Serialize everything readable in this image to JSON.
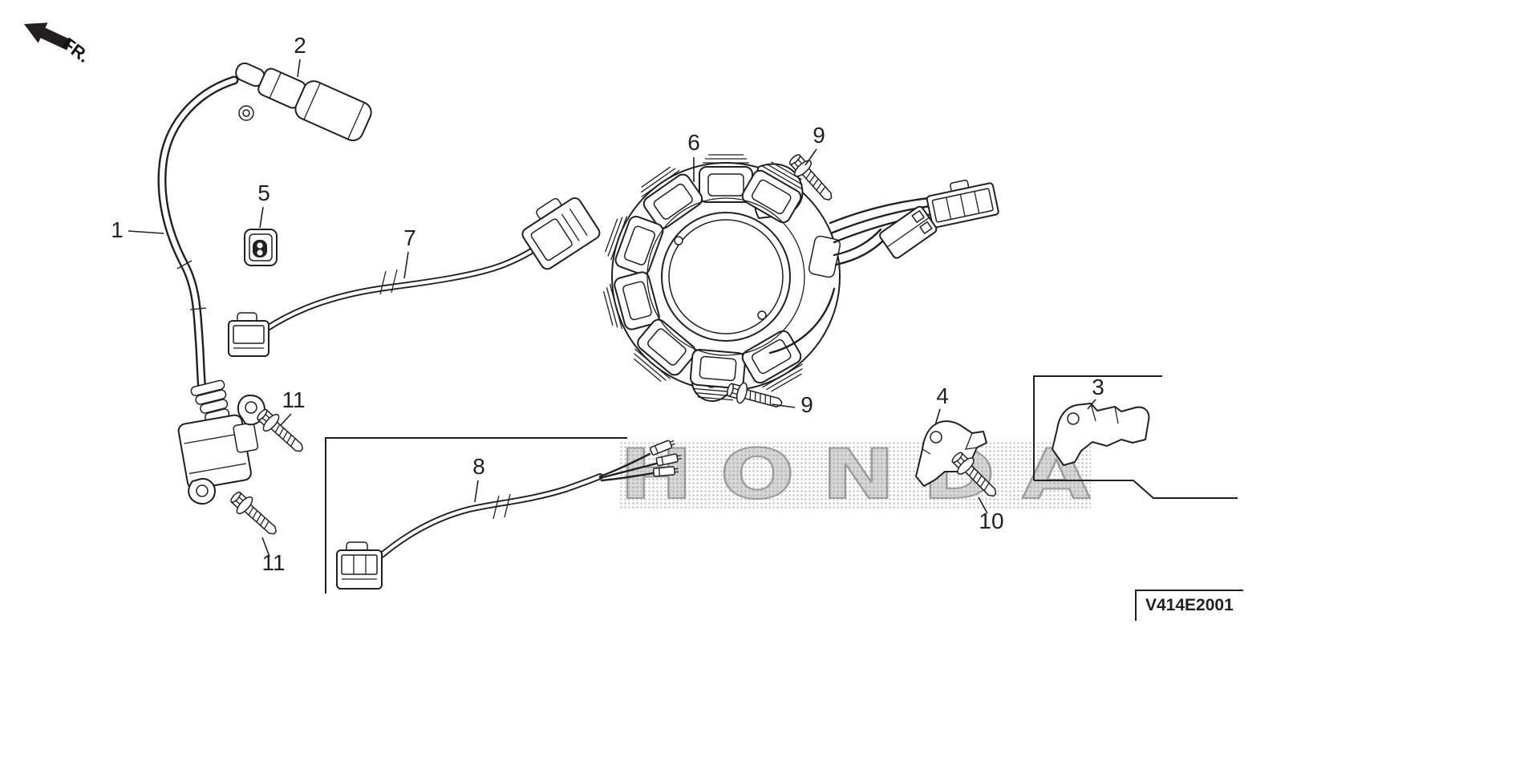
{
  "page": {
    "background": "#ffffff",
    "line_color": "#231f20"
  },
  "front_marker": {
    "label": "FR."
  },
  "watermark": {
    "text": "HONDA"
  },
  "code_box": {
    "code": "V414E2001"
  },
  "callouts": [
    {
      "id": "high-tension-cord",
      "label": "1"
    },
    {
      "id": "spark-plug-cap",
      "label": "2"
    },
    {
      "id": "bracket-right",
      "label": "3"
    },
    {
      "id": "bracket-left",
      "label": "4"
    },
    {
      "id": "clip",
      "label": "5"
    },
    {
      "id": "stator-assembly",
      "label": "6"
    },
    {
      "id": "sub-cord",
      "label": "7"
    },
    {
      "id": "wire-harness",
      "label": "8"
    },
    {
      "id": "bolt-upper",
      "label": "9"
    },
    {
      "id": "bolt-lower",
      "label": "9"
    },
    {
      "id": "bolt-bracket",
      "label": "10"
    },
    {
      "id": "bolt-coil-upper",
      "label": "11"
    },
    {
      "id": "bolt-coil-lower",
      "label": "11"
    }
  ]
}
